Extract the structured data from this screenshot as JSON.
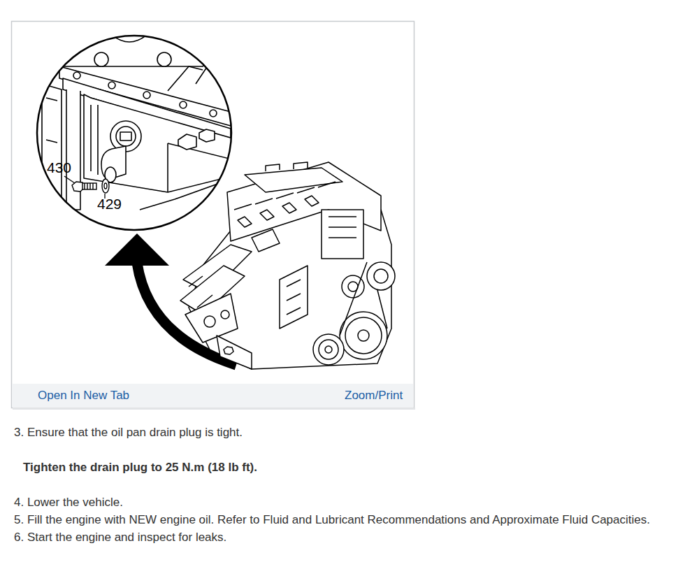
{
  "diagram": {
    "nodes": [
      {
        "text": [
          "Open In New Tab",
          "Zoom/Print"
        ]
      }
    ],
    "labels": [
      "430",
      "429",
      "3. Ensure that the oil pan drain plug is tight.",
      "Tighten the drain plug to 25 N.m (18 lb ft).",
      "4. Lower the vehicle.",
      "5. Fill the engine with NEW engine oil. Refer to Fluid and Lubricant Recommendations and Approximate Fluid Capacities.",
      "6. Start the engine and inspect for leaks."
    ]
  }
}
